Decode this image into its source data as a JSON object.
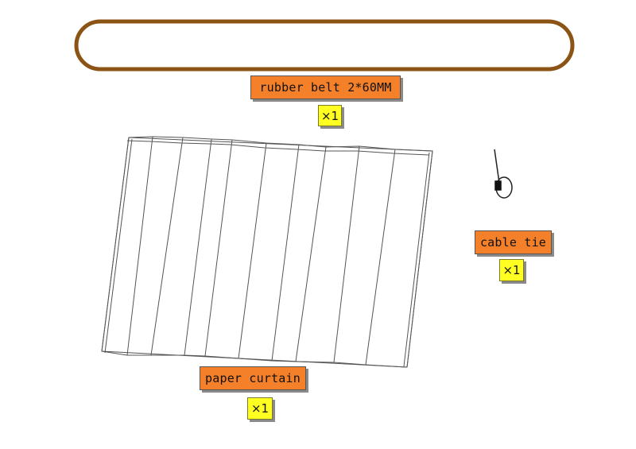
{
  "colors": {
    "label_bg": "#F5802A",
    "qty_bg": "#FFFF22",
    "belt": "#8B5314",
    "line": "#444444"
  },
  "parts": [
    {
      "name": "rubber belt 2*60MM",
      "quantity": "×1",
      "icon": "rubber-belt"
    },
    {
      "name": "paper curtain",
      "quantity": "×1",
      "icon": "paper-curtain"
    },
    {
      "name": "cable tie",
      "quantity": "×1",
      "icon": "cable-tie"
    }
  ]
}
